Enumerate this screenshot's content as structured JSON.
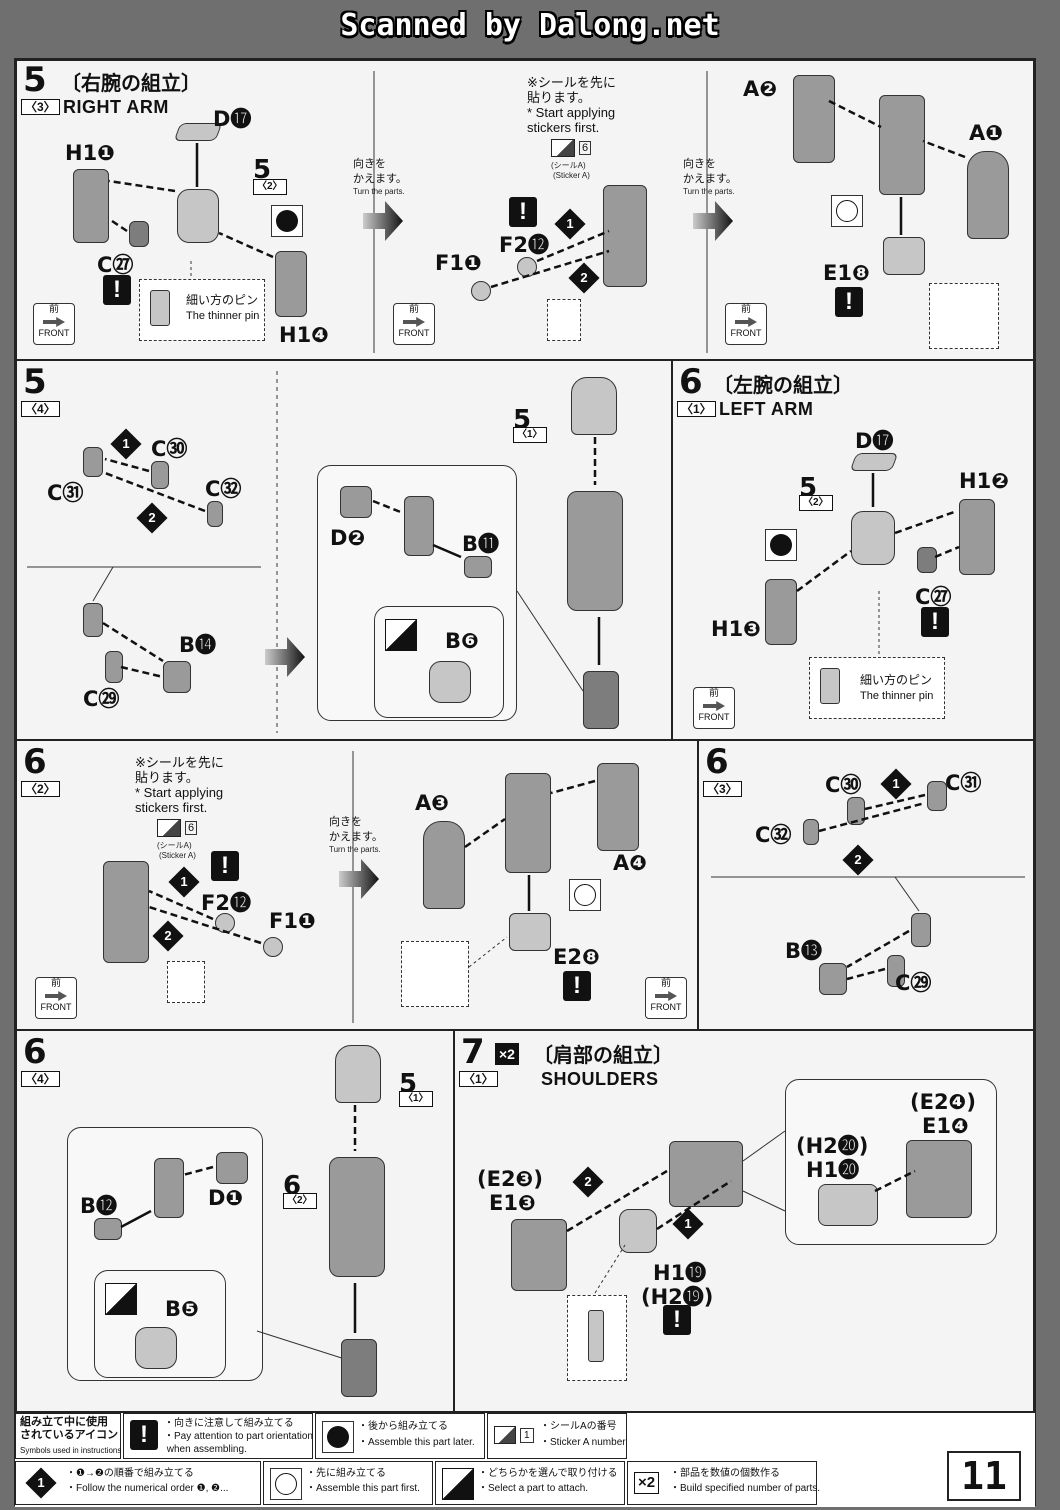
{
  "scan_header": "Scanned by Dalong.net",
  "common": {
    "front_jp": "前",
    "front_en": "FRONT",
    "turn_jp": "向きを\nかえます。",
    "turn_en": "Turn the parts.",
    "sticker_first_jp": "※シールを先に\n貼ります。",
    "sticker_first_en": "* Start applying\nstickers first.",
    "sticker_a_jp": "(シールA)",
    "sticker_a_en": "(Sticker A)",
    "sticker_no": "6",
    "pin_jp": "細い方のピン",
    "pin_en": "The thinner pin"
  },
  "panels": {
    "p53": {
      "step": "5",
      "sub": "〈3〉",
      "title_jp": "〔右腕の組立〕",
      "title_en": "RIGHT ARM",
      "labels": {
        "d17": "D⓱",
        "h11": "H1❶",
        "sub52_num": "5",
        "sub52_sub": "〈2〉",
        "c27": "C㉗",
        "h14": "H1❹",
        "f21": "F1❶",
        "f212": "F2⓬",
        "a2": "A❷",
        "a1": "A❶",
        "e18": "E1❽"
      }
    },
    "p54": {
      "step": "5",
      "sub": "〈4〉",
      "labels": {
        "c30": "C㉚",
        "c31": "C㉛",
        "c32": "C㉜",
        "b14": "B⓮",
        "c29": "C㉙",
        "d2": "D❷",
        "b11": "B⓫",
        "b6": "B❻",
        "sub51_num": "5",
        "sub51_sub": "〈1〉"
      }
    },
    "p61": {
      "step": "6",
      "sub": "〈1〉",
      "title_jp": "〔左腕の組立〕",
      "title_en": "LEFT ARM",
      "labels": {
        "d17": "D⓱",
        "h12": "H1❷",
        "sub52_num": "5",
        "sub52_sub": "〈2〉",
        "c27": "C㉗",
        "h13": "H1❸"
      }
    },
    "p62": {
      "step": "6",
      "sub": "〈2〉",
      "labels": {
        "f212": "F2⓬",
        "f11": "F1❶",
        "a3": "A❸",
        "a4": "A❹",
        "e28": "E2❽"
      }
    },
    "p63": {
      "step": "6",
      "sub": "〈3〉",
      "labels": {
        "c30": "C㉚",
        "c31": "C㉛",
        "c32": "C㉜",
        "b13": "B⓭",
        "c29": "C㉙"
      }
    },
    "p64": {
      "step": "6",
      "sub": "〈4〉",
      "labels": {
        "b12": "B⓬",
        "d1": "D❶",
        "b5": "B❺",
        "sub51_num": "5",
        "sub51_sub": "〈1〉",
        "sub62_num": "6",
        "sub62_sub": "〈2〉"
      }
    },
    "p71": {
      "step": "7",
      "sub": "〈1〉",
      "mult": "×2",
      "title_jp": "〔肩部の組立〕",
      "title_en": "SHOULDERS",
      "labels": {
        "e23": "(E2❸)",
        "e13": "E1❸",
        "h119": "H1⓳",
        "h219": "(H2⓳)",
        "e24": "(E2❹)",
        "e14": "E1❹",
        "h220": "(H2⓴)",
        "h120": "H1⓴"
      }
    }
  },
  "order": {
    "one": "1",
    "two": "2"
  },
  "legend": {
    "title_jp": "組み立て中に使用\nされているアイコン",
    "title_en": "Symbols used in instructions",
    "warn_jp": "・向きに注意して組み立てる",
    "warn_en": "・Pay attention to part orientation\n when assembling.",
    "later_jp": "・後から組み立てる",
    "later_en": "・Assemble this part later.",
    "sticker_jp": "・シールAの番号",
    "sticker_en": "・Sticker A number",
    "sticker_sample": "1",
    "order_jp": "・❶→❷の順番で組み立てる",
    "order_en": "・Follow the numerical order ❶, ❷...",
    "first_jp": "・先に組み立てる",
    "first_en": "・Assemble this part first.",
    "choose_jp": "・どちらかを選んで取り付ける",
    "choose_en": "・Select a part to attach.",
    "mult_sample": "×2",
    "mult_jp": "・部品を数値の個数作る",
    "mult_en": "・Build specified number of parts."
  },
  "page_number": "11"
}
